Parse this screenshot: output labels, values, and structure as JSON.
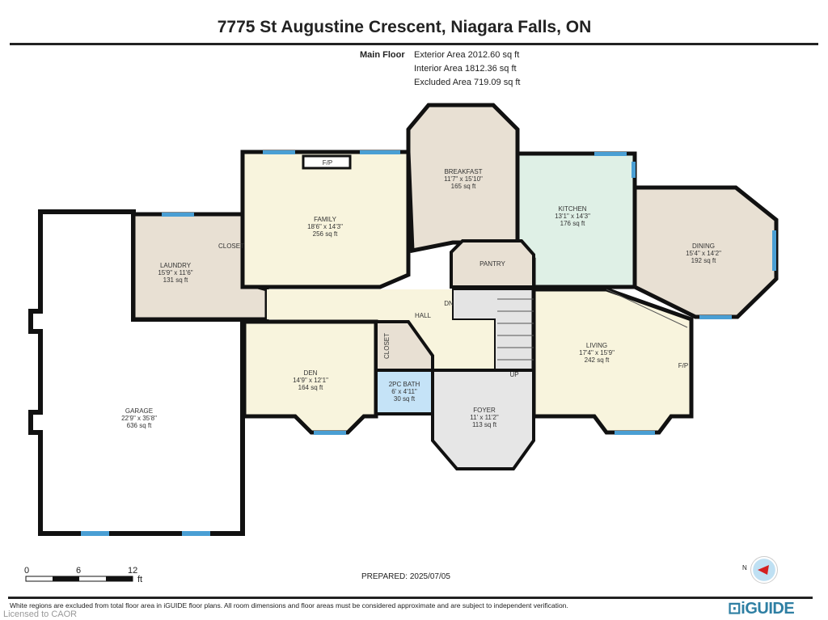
{
  "title": "7775 St Augustine Crescent, Niagara Falls, ON",
  "floor": {
    "name": "Main Floor",
    "areas": [
      "Exterior Area 2012.60 sq ft",
      "Interior Area 1812.36 sq ft",
      "Excluded Area 719.09 sq ft"
    ]
  },
  "rooms": {
    "breakfast": {
      "name": "BREAKFAST",
      "dims": "11'7\" x 15'10\"",
      "area": "165 sq ft"
    },
    "family": {
      "name": "FAMILY",
      "dims": "18'6\" x 14'3\"",
      "area": "256 sq ft"
    },
    "kitchen": {
      "name": "KITCHEN",
      "dims": "13'1\" x 14'3\"",
      "area": "176 sq ft"
    },
    "dining": {
      "name": "DINING",
      "dims": "15'4\" x 14'2\"",
      "area": "192 sq ft"
    },
    "laundry": {
      "name": "LAUNDRY",
      "dims": "15'9\" x 11'6\"",
      "area": "131 sq ft"
    },
    "living": {
      "name": "LIVING",
      "dims": "17'4\" x 15'9\"",
      "area": "242 sq ft"
    },
    "den": {
      "name": "DEN",
      "dims": "14'9\" x 12'1\"",
      "area": "164 sq ft"
    },
    "bath": {
      "name": "2PC BATH",
      "dims": "6' x 4'11\"",
      "area": "30 sq ft"
    },
    "foyer": {
      "name": "FOYER",
      "dims": "11' x 11'2\"",
      "area": "113 sq ft"
    },
    "garage": {
      "name": "GARAGE",
      "dims": "22'9\" x 35'8\"",
      "area": "636 sq ft"
    }
  },
  "labels": {
    "pantry": "PANTRY",
    "hall": "HALL",
    "closet": "CLOSET",
    "dn": "DN",
    "up": "UP",
    "fp": "F/P",
    "fp2": "F/P"
  },
  "scale": {
    "marks": [
      "0",
      "6",
      "12"
    ],
    "unit": "ft"
  },
  "prepared": "PREPARED: 2025/07/05",
  "compass": "N",
  "disclaimer": "White regions are excluded from total floor area in iGUIDE floor plans. All room dimensions and floor areas must be considered approximate and are subject to independent verification.",
  "brand": "iGUIDE",
  "licensed": "Licensed to CAOR"
}
